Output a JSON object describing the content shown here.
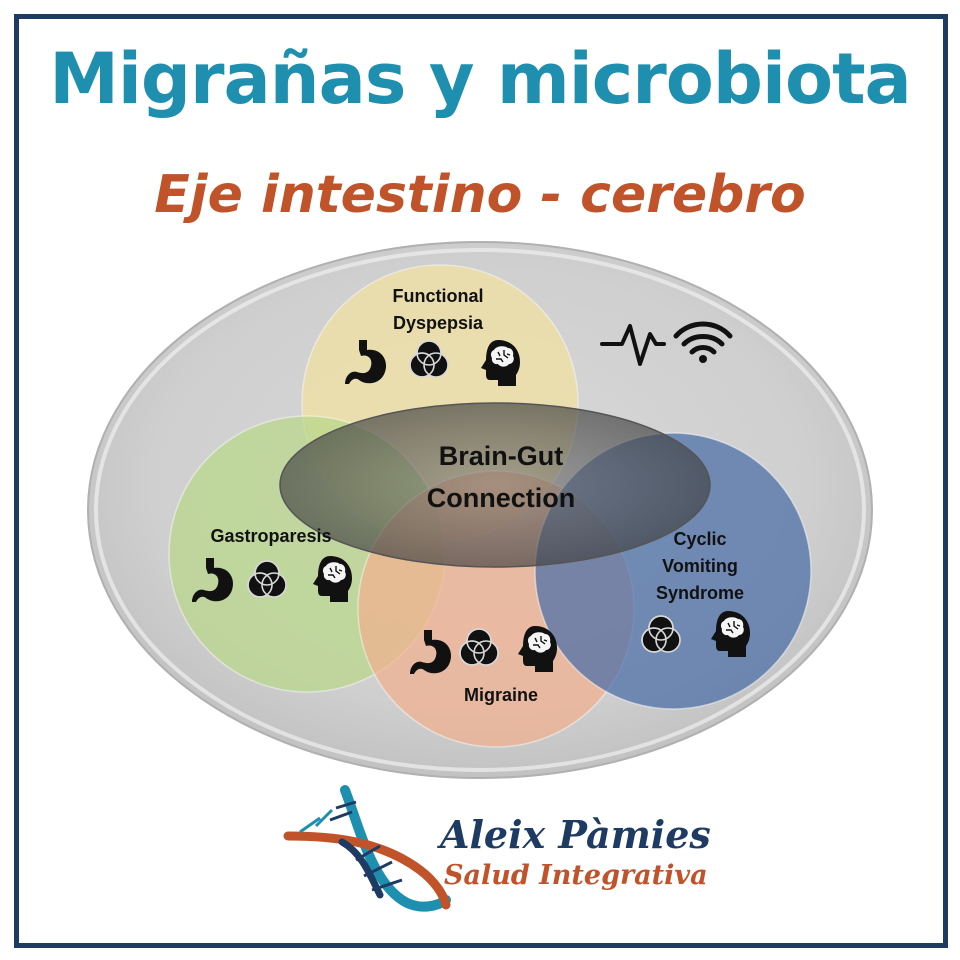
{
  "header": {
    "title": "Migrañas y microbiota",
    "subtitle": "Eje intestino - cerebro"
  },
  "diagram": {
    "center_label_line1": "Brain-Gut",
    "center_label_line2": "Connection",
    "circles": {
      "functional_dyspepsia": {
        "line1": "Functional",
        "line2": "Dyspepsia",
        "color": "#f3e2a0"
      },
      "gastroparesis": {
        "line1": "Gastroparesis",
        "color": "#b9d88a"
      },
      "migraine": {
        "line1": "Migraine",
        "color": "#f2b18f"
      },
      "cyclic_vomiting": {
        "line1": "Cyclic",
        "line2": "Vomiting",
        "line3": "Syndrome",
        "color": "#4a6ea8"
      }
    },
    "icons": [
      "stomach-icon",
      "venn-icon",
      "brain-head-icon",
      "heartbeat-icon",
      "wifi-icon"
    ]
  },
  "logo": {
    "name": "Aleix Pàmies",
    "tagline": "Salud Integrativa",
    "colors": {
      "navy": "#1d3b63",
      "orange": "#c0532a",
      "teal": "#1f8fb0"
    }
  }
}
